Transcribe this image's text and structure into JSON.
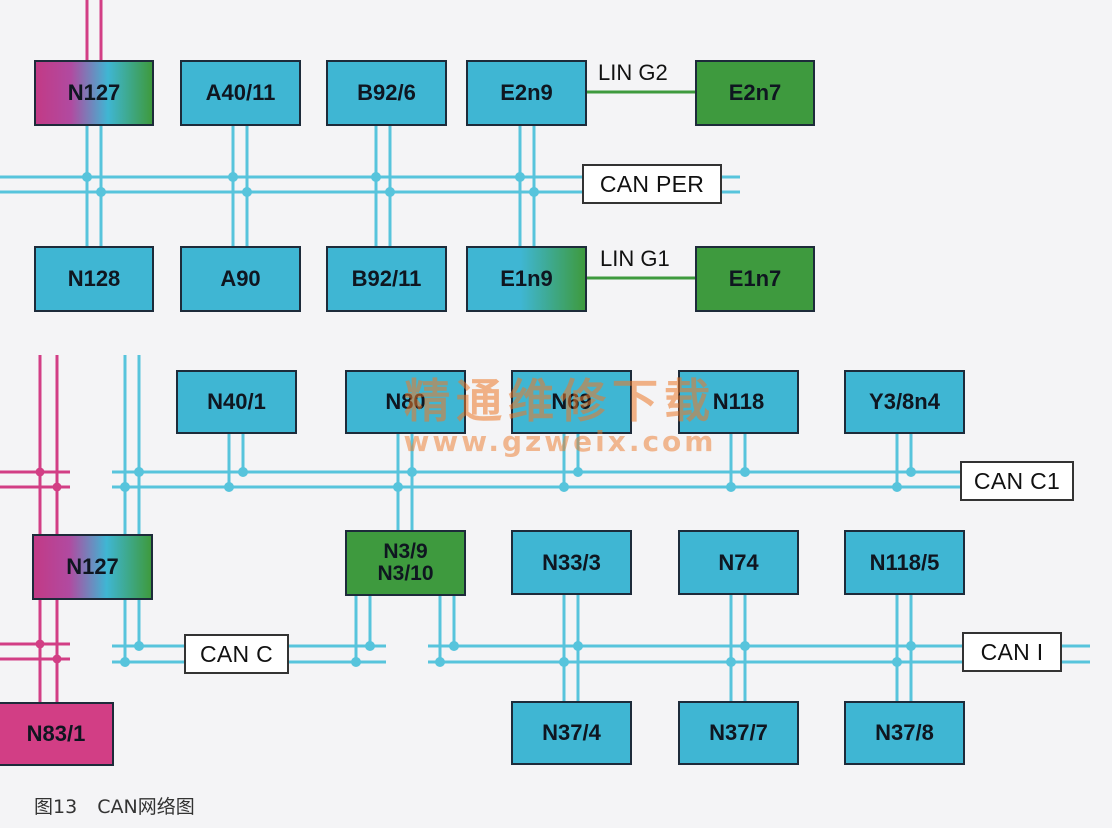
{
  "diagram": {
    "caption_figure": "图13",
    "caption_text": "CAN网络图",
    "watermark_text": "精通维修下载",
    "watermark_url": "www.gzweix.com",
    "colors": {
      "can_wire": "#57c4dc",
      "power_wire": "#d23e85",
      "lin_wire": "#3e9a3e",
      "node_blue": "#3fb6d3",
      "node_green": "#3e9a3e",
      "node_magenta": "#d23e85"
    },
    "buses": {
      "can_per": "CAN PER",
      "can_c1": "CAN C1",
      "can_c": "CAN C",
      "can_i": "CAN I",
      "lin_g2": "LIN G2",
      "lin_g1": "LIN G1"
    },
    "nodes": {
      "n127_top": "N127",
      "a40_11": "A40/11",
      "b92_6": "B92/6",
      "e2n9": "E2n9",
      "e2n7": "E2n7",
      "n128": "N128",
      "a90": "A90",
      "b92_11": "B92/11",
      "e1n9": "E1n9",
      "e1n7": "E1n7",
      "n40_1": "N40/1",
      "n80": "N80",
      "n69": "N69",
      "n118": "N118",
      "y3_8n4": "Y3/8n4",
      "n127_mid": "N127",
      "n3_9": "N3/9",
      "n3_10": "N3/10",
      "n33_3": "N33/3",
      "n74": "N74",
      "n118_5": "N118/5",
      "n83_1": "N83/1",
      "n37_4": "N37/4",
      "n37_7": "N37/7",
      "n37_8": "N37/8"
    }
  }
}
